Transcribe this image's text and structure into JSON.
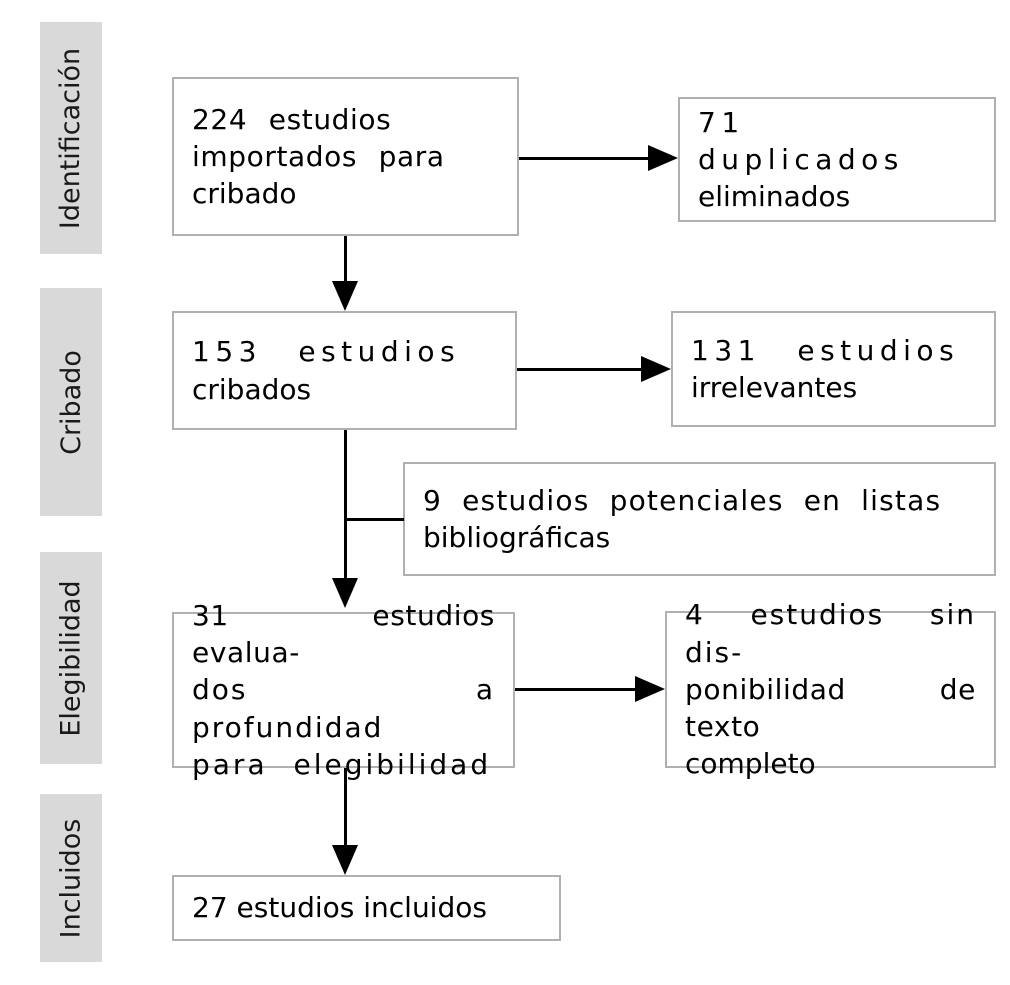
{
  "diagram": {
    "title": "PRISMA flow diagram",
    "language": "es",
    "colors": {
      "stage_bar_background": "#d9d9d9",
      "box_border": "#b0b0b0",
      "box_background": "#ffffff",
      "text": "#000000",
      "connector": "#000000"
    }
  },
  "stages": [
    {
      "label": "Identificación"
    },
    {
      "label": "Cribado"
    },
    {
      "label": "Elegibilidad"
    },
    {
      "label": "Incluidos"
    }
  ],
  "boxes": {
    "imported": {
      "name": "224 estudios importados para cribado",
      "count": 224,
      "lines": [
        "224 estudios",
        "importados para",
        "cribado"
      ]
    },
    "duplicates": {
      "name": "71 duplicados eliminados",
      "count": 71,
      "lines": [
        "71 duplicados",
        "eliminados"
      ]
    },
    "screened": {
      "name": "153 estudios cribados",
      "count": 153,
      "lines": [
        "153 estudios",
        "cribados"
      ]
    },
    "irrelevant": {
      "name": "131 estudios irrelevantes",
      "count": 131,
      "lines": [
        "131 estudios",
        "irrelevantes"
      ]
    },
    "reference_lists": {
      "name": "9 estudios potenciales en listas bibliográficas",
      "count": 9,
      "lines": [
        "9 estudios potenciales en listas",
        "bibliográficas"
      ]
    },
    "assessed": {
      "name": "31 estudios evaluados a profundidad para elegibilidad",
      "count": 31,
      "lines": [
        "31 estudios evalua-",
        "dos a profundidad",
        "para elegibilidad"
      ]
    },
    "no_fulltext": {
      "name": "4 estudios sin disponibilidad de texto completo",
      "count": 4,
      "lines": [
        "4 estudios sin dis-",
        "ponibilidad de texto",
        "completo"
      ]
    },
    "included": {
      "name": "27 estudios incluidos",
      "count": 27,
      "lines": [
        "27 estudios incluidos"
      ]
    }
  },
  "chart_data": {
    "type": "diagram",
    "title": "Diagrama de flujo PRISMA",
    "stages": [
      "Identificación",
      "Cribado",
      "Elegibilidad",
      "Incluidos"
    ],
    "nodes": [
      {
        "id": "imported",
        "stage": "Identificación",
        "label": "224 estudios importados para cribado",
        "value": 224
      },
      {
        "id": "duplicates",
        "stage": "Identificación",
        "label": "71 duplicados eliminados",
        "value": 71
      },
      {
        "id": "screened",
        "stage": "Cribado",
        "label": "153 estudios cribados",
        "value": 153
      },
      {
        "id": "irrelevant",
        "stage": "Cribado",
        "label": "131 estudios irrelevantes",
        "value": 131
      },
      {
        "id": "reference_lists",
        "stage": "Cribado",
        "label": "9 estudios potenciales en listas bibliográficas",
        "value": 9
      },
      {
        "id": "assessed",
        "stage": "Elegibilidad",
        "label": "31 estudios evaluados a profundidad para elegibilidad",
        "value": 31
      },
      {
        "id": "no_fulltext",
        "stage": "Elegibilidad",
        "label": "4 estudios sin disponibilidad de texto completo",
        "value": 4
      },
      {
        "id": "included",
        "stage": "Incluidos",
        "label": "27 estudios incluidos",
        "value": 27
      }
    ],
    "edges": [
      {
        "from": "imported",
        "to": "duplicates",
        "type": "arrow-right"
      },
      {
        "from": "imported",
        "to": "screened",
        "type": "arrow-down"
      },
      {
        "from": "screened",
        "to": "irrelevant",
        "type": "arrow-right"
      },
      {
        "from": "reference_lists",
        "to": "assessed",
        "type": "join-line"
      },
      {
        "from": "screened",
        "to": "assessed",
        "type": "arrow-down"
      },
      {
        "from": "assessed",
        "to": "no_fulltext",
        "type": "arrow-right"
      },
      {
        "from": "assessed",
        "to": "included",
        "type": "arrow-down"
      }
    ]
  }
}
